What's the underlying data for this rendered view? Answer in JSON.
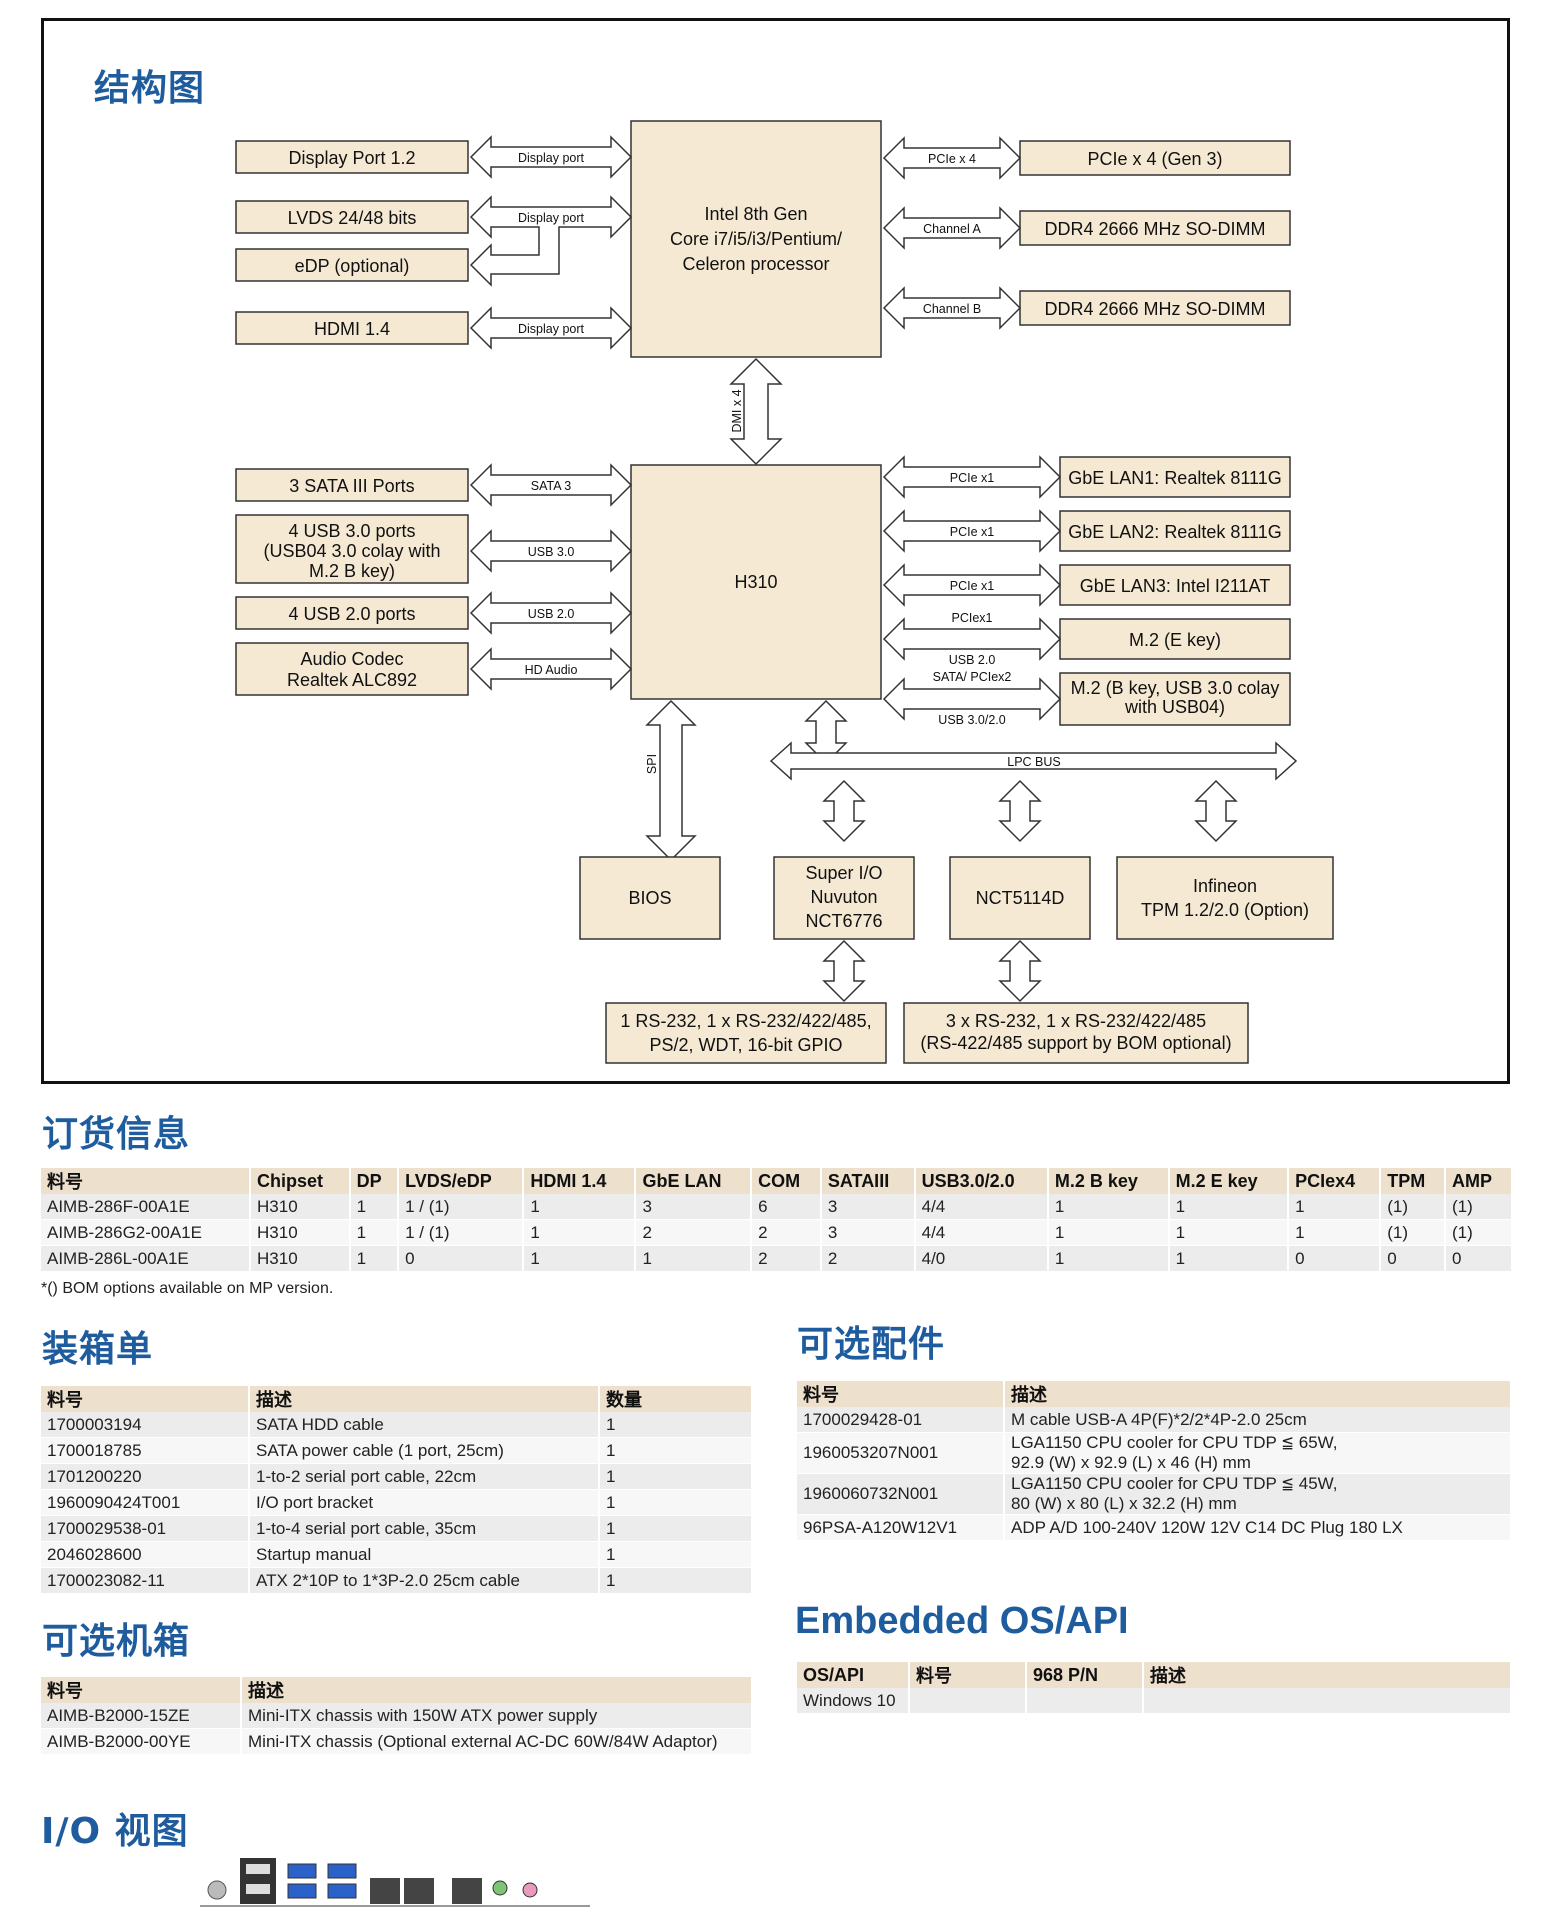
{
  "sections": {
    "block_diagram": "结构图",
    "ordering": "订货信息",
    "packing": "装箱单",
    "accessories": "可选配件",
    "chassis": "可选机箱",
    "os": "Embedded OS/API",
    "io": "I/O 视图"
  },
  "diagram": {
    "cpu": [
      "Intel 8th Gen",
      "Core i7/i5/i3/Pentium/",
      "Celeron processor"
    ],
    "pch": "H310",
    "left_top": [
      {
        "box": "Display Port 1.2",
        "bus": "Display port"
      },
      {
        "box": "LVDS 24/48 bits",
        "bus": "Display port"
      },
      {
        "box": "eDP (optional)"
      },
      {
        "box": "HDMI 1.4",
        "bus": "Display port"
      }
    ],
    "right_top": [
      {
        "box": "PCIe x 4 (Gen 3)",
        "bus": "PCIe x 4"
      },
      {
        "box": "DDR4 2666 MHz SO-DIMM",
        "bus": "Channel A"
      },
      {
        "box": "DDR4 2666 MHz SO-DIMM",
        "bus": "Channel B"
      }
    ],
    "dmi": "DMI x 4",
    "left_bottom": [
      {
        "box": [
          "3 SATA III Ports"
        ],
        "bus": "SATA 3"
      },
      {
        "box": [
          "4 USB 3.0 ports",
          "(USB04 3.0 colay with",
          "M.2 B key)"
        ],
        "bus": "USB 3.0"
      },
      {
        "box": [
          "4 USB 2.0 ports"
        ],
        "bus": "USB 2.0"
      },
      {
        "box": [
          "Audio Codec",
          "Realtek ALC892"
        ],
        "bus": "HD Audio"
      }
    ],
    "right_bottom": [
      {
        "box": [
          "GbE LAN1: Realtek 8111G"
        ],
        "bus": "PCIe x1"
      },
      {
        "box": [
          "GbE LAN2: Realtek 8111G"
        ],
        "bus": "PCIe x1"
      },
      {
        "box": [
          "GbE LAN3: Intel I211AT"
        ],
        "bus": "PCIe x1"
      },
      {
        "box": [
          "M.2 (E key)"
        ],
        "bus": "PCIex1",
        "bus2": "USB 2.0"
      },
      {
        "box": [
          "M.2 (B key, USB 3.0 colay",
          "with USB04)"
        ],
        "bus": "SATA/ PCIex2",
        "bus2": "USB 3.0/2.0"
      }
    ],
    "spi": "SPI",
    "lpc": "LPC BUS",
    "bios": "BIOS",
    "superio": [
      "Super I/O",
      "Nuvuton",
      "NCT6776"
    ],
    "nct": "NCT5114D",
    "tpm": [
      "Infineon",
      "TPM 1.2/2.0 (Option)"
    ],
    "io1": [
      "1 RS-232, 1 x RS-232/422/485,",
      "PS/2, WDT, 16-bit GPIO"
    ],
    "io2": [
      "3 x RS-232, 1 x RS-232/422/485",
      "(RS-422/485 support by BOM optional)"
    ]
  },
  "ordering": {
    "headers": [
      "料号",
      "Chipset",
      "DP",
      "LVDS/eDP",
      "HDMI 1.4",
      "GbE LAN",
      "COM",
      "SATAIII",
      "USB3.0/2.0",
      "M.2 B key",
      "M.2 E key",
      "PCIex4",
      "TPM",
      "AMP"
    ],
    "rows": [
      [
        "AIMB-286F-00A1E",
        "H310",
        "1",
        "1 / (1)",
        "1",
        "3",
        "6",
        "3",
        "4/4",
        "1",
        "1",
        "1",
        "(1)",
        "(1)"
      ],
      [
        "AIMB-286G2-00A1E",
        "H310",
        "1",
        "1 / (1)",
        "1",
        "2",
        "2",
        "3",
        "4/4",
        "1",
        "1",
        "1",
        "(1)",
        "(1)"
      ],
      [
        "AIMB-286L-00A1E",
        "H310",
        "1",
        "0",
        "1",
        "1",
        "2",
        "2",
        "4/0",
        "1",
        "1",
        "0",
        "0",
        "0"
      ]
    ],
    "note": "*() BOM options available on MP version."
  },
  "packing": {
    "headers": [
      "料号",
      "描述",
      "数量"
    ],
    "rows": [
      [
        "1700003194",
        "SATA HDD cable",
        "1"
      ],
      [
        "1700018785",
        "SATA power cable (1 port, 25cm)",
        "1"
      ],
      [
        "1701200220",
        "1-to-2 serial port cable, 22cm",
        "1"
      ],
      [
        "1960090424T001",
        "I/O port bracket",
        "1"
      ],
      [
        "1700029538-01",
        "1-to-4 serial port cable, 35cm",
        "1"
      ],
      [
        "2046028600",
        "Startup manual",
        "1"
      ],
      [
        "1700023082-11",
        "ATX 2*10P to 1*3P-2.0 25cm cable",
        "1"
      ]
    ]
  },
  "accessories": {
    "headers": [
      "料号",
      "描述"
    ],
    "rows": [
      [
        "1700029428-01",
        "M cable USB-A 4P(F)*2/2*4P-2.0 25cm"
      ],
      [
        "1960053207N001",
        "LGA1150 CPU cooler for CPU TDP ≦ 65W,\n92.9 (W) x 92.9 (L) x 46 (H) mm"
      ],
      [
        "1960060732N001",
        "LGA1150 CPU cooler for CPU TDP ≦ 45W,\n80 (W) x 80 (L) x 32.2 (H) mm"
      ],
      [
        "96PSA-A120W12V1",
        "ADP A/D 100-240V 120W 12V C14 DC Plug 180 LX"
      ]
    ]
  },
  "chassis": {
    "headers": [
      "料号",
      "描述"
    ],
    "rows": [
      [
        "AIMB-B2000-15ZE",
        "Mini-ITX chassis with 150W ATX power supply"
      ],
      [
        "AIMB-B2000-00YE",
        "Mini-ITX chassis (Optional external AC-DC 60W/84W Adaptor)"
      ]
    ]
  },
  "os": {
    "headers": [
      "OS/API",
      "料号",
      "968 P/N",
      "描述"
    ],
    "rows": [
      [
        "Windows 10",
        "",
        "",
        ""
      ]
    ]
  }
}
